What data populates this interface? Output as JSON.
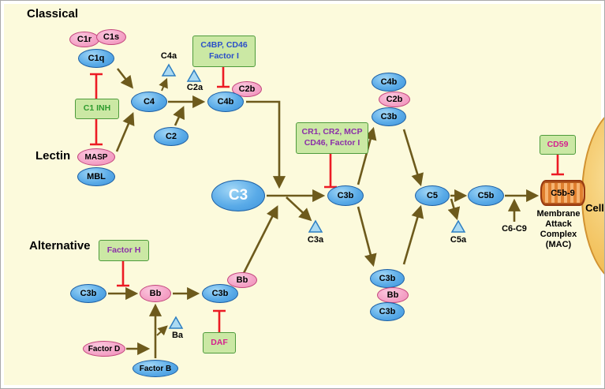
{
  "pathways": {
    "classical": "Classical",
    "lectin": "Lectin",
    "alternative": "Alternative"
  },
  "nodes": {
    "c1r": "C1r",
    "c1s": "C1s",
    "c1q": "C1q",
    "c4": "C4",
    "c2": "C2",
    "c4b": "C4b",
    "c2b": "C2b",
    "masp": "MASP",
    "mbl": "MBL",
    "c3": "C3",
    "c3b": "C3b",
    "c5": "C5",
    "c5b": "C5b",
    "bb": "Bb",
    "factor_b": "Factor B",
    "factor_d": "Factor D"
  },
  "fragments": {
    "c4a": "C4a",
    "c2a": "C2a",
    "c3a": "C3a",
    "c5a": "C5a",
    "ba": "Ba"
  },
  "regulators": {
    "c1_inh": "C1 INH",
    "c4bp_line1": "C4BP, CD46",
    "c4bp_line2": "Factor I",
    "cr1_line1": "CR1, CR2, MCP",
    "cr1_line2": "CD46, Factor I",
    "factor_h": "Factor H",
    "daf": "DAF",
    "cd59": "CD59"
  },
  "mac": {
    "complex": "C5b-9",
    "c6c9": "C6-C9",
    "caption_line1": "Membrane",
    "caption_line2": "Attack",
    "caption_line3": "Complex",
    "caption_line4": "(MAC)"
  },
  "cell": {
    "label": "Cell"
  },
  "colors": {
    "background": "#FCFADC",
    "node_blue": "#5AABE8",
    "node_pink": "#F4A2C6",
    "regulator_green_fill": "#CBE8A4",
    "regulator_green_border": "#4E9B3C",
    "arrow_brown": "#6D5A1C",
    "inhibition_red": "#EC1B24",
    "fragment_blue": "#ABDAF2",
    "mac_orange": "#E07F2E",
    "cell_yellow": "#F2C05A"
  }
}
